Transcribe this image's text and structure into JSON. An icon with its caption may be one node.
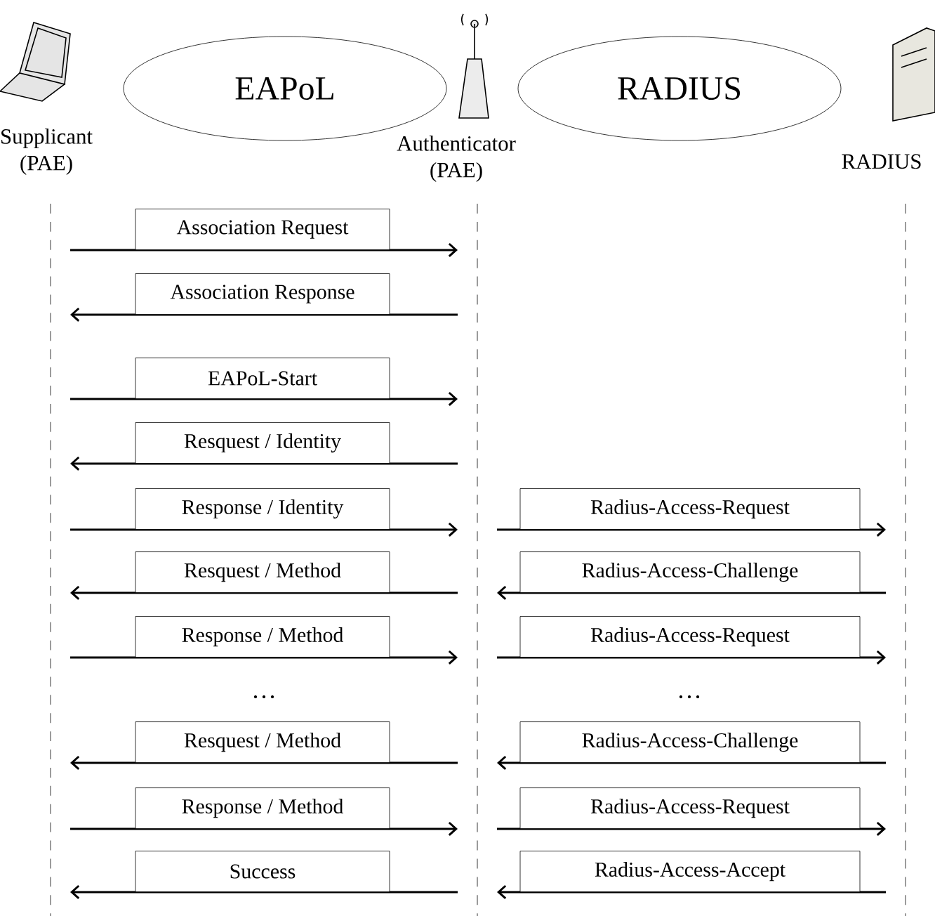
{
  "diagram": {
    "nodes": [
      {
        "text": [
          "Supplicant (PAE)"
        ]
      },
      {
        "text": [
          "EAPoL"
        ]
      },
      {
        "text": [
          "Authenticator (PAE)"
        ]
      },
      {
        "text": [
          "RADIUS"
        ]
      },
      {
        "text": [
          "RADIUS"
        ]
      }
    ],
    "edges": [
      {
        "from": 0,
        "to": 2,
        "arrow": "to",
        "label": "Association Request"
      },
      {
        "from": 2,
        "to": 0,
        "arrow": "to",
        "label": "Association Response"
      },
      {
        "from": 0,
        "to": 2,
        "arrow": "to",
        "label": "EAPoL-Start"
      },
      {
        "from": 2,
        "to": 0,
        "arrow": "to",
        "label": "Resquest / Identity"
      },
      {
        "from": 0,
        "to": 2,
        "arrow": "to",
        "label": "Response / Identity"
      },
      {
        "from": 2,
        "to": 4,
        "arrow": "to",
        "label": "Radius-Access-Request"
      },
      {
        "from": 2,
        "to": 0,
        "arrow": "to",
        "label": "Resquest / Method"
      },
      {
        "from": 4,
        "to": 2,
        "arrow": "to",
        "label": "Radius-Access-Challenge"
      },
      {
        "from": 0,
        "to": 2,
        "arrow": "to",
        "label": "Response / Method"
      },
      {
        "from": 2,
        "to": 4,
        "arrow": "to",
        "label": "Radius-Access-Request"
      },
      {
        "from": 2,
        "to": 0,
        "arrow": "to",
        "label": "Resquest / Method"
      },
      {
        "from": 4,
        "to": 2,
        "arrow": "to",
        "label": "Radius-Access-Challenge"
      },
      {
        "from": 0,
        "to": 2,
        "arrow": "to",
        "label": "Response / Method"
      },
      {
        "from": 2,
        "to": 4,
        "arrow": "to",
        "label": "Radius-Access-Request"
      },
      {
        "from": 2,
        "to": 0,
        "arrow": "to",
        "label": "Success"
      },
      {
        "from": 4,
        "to": 2,
        "arrow": "to",
        "label": "Radius-Access-Accept"
      }
    ],
    "labels": [
      "…",
      "…"
    ]
  }
}
